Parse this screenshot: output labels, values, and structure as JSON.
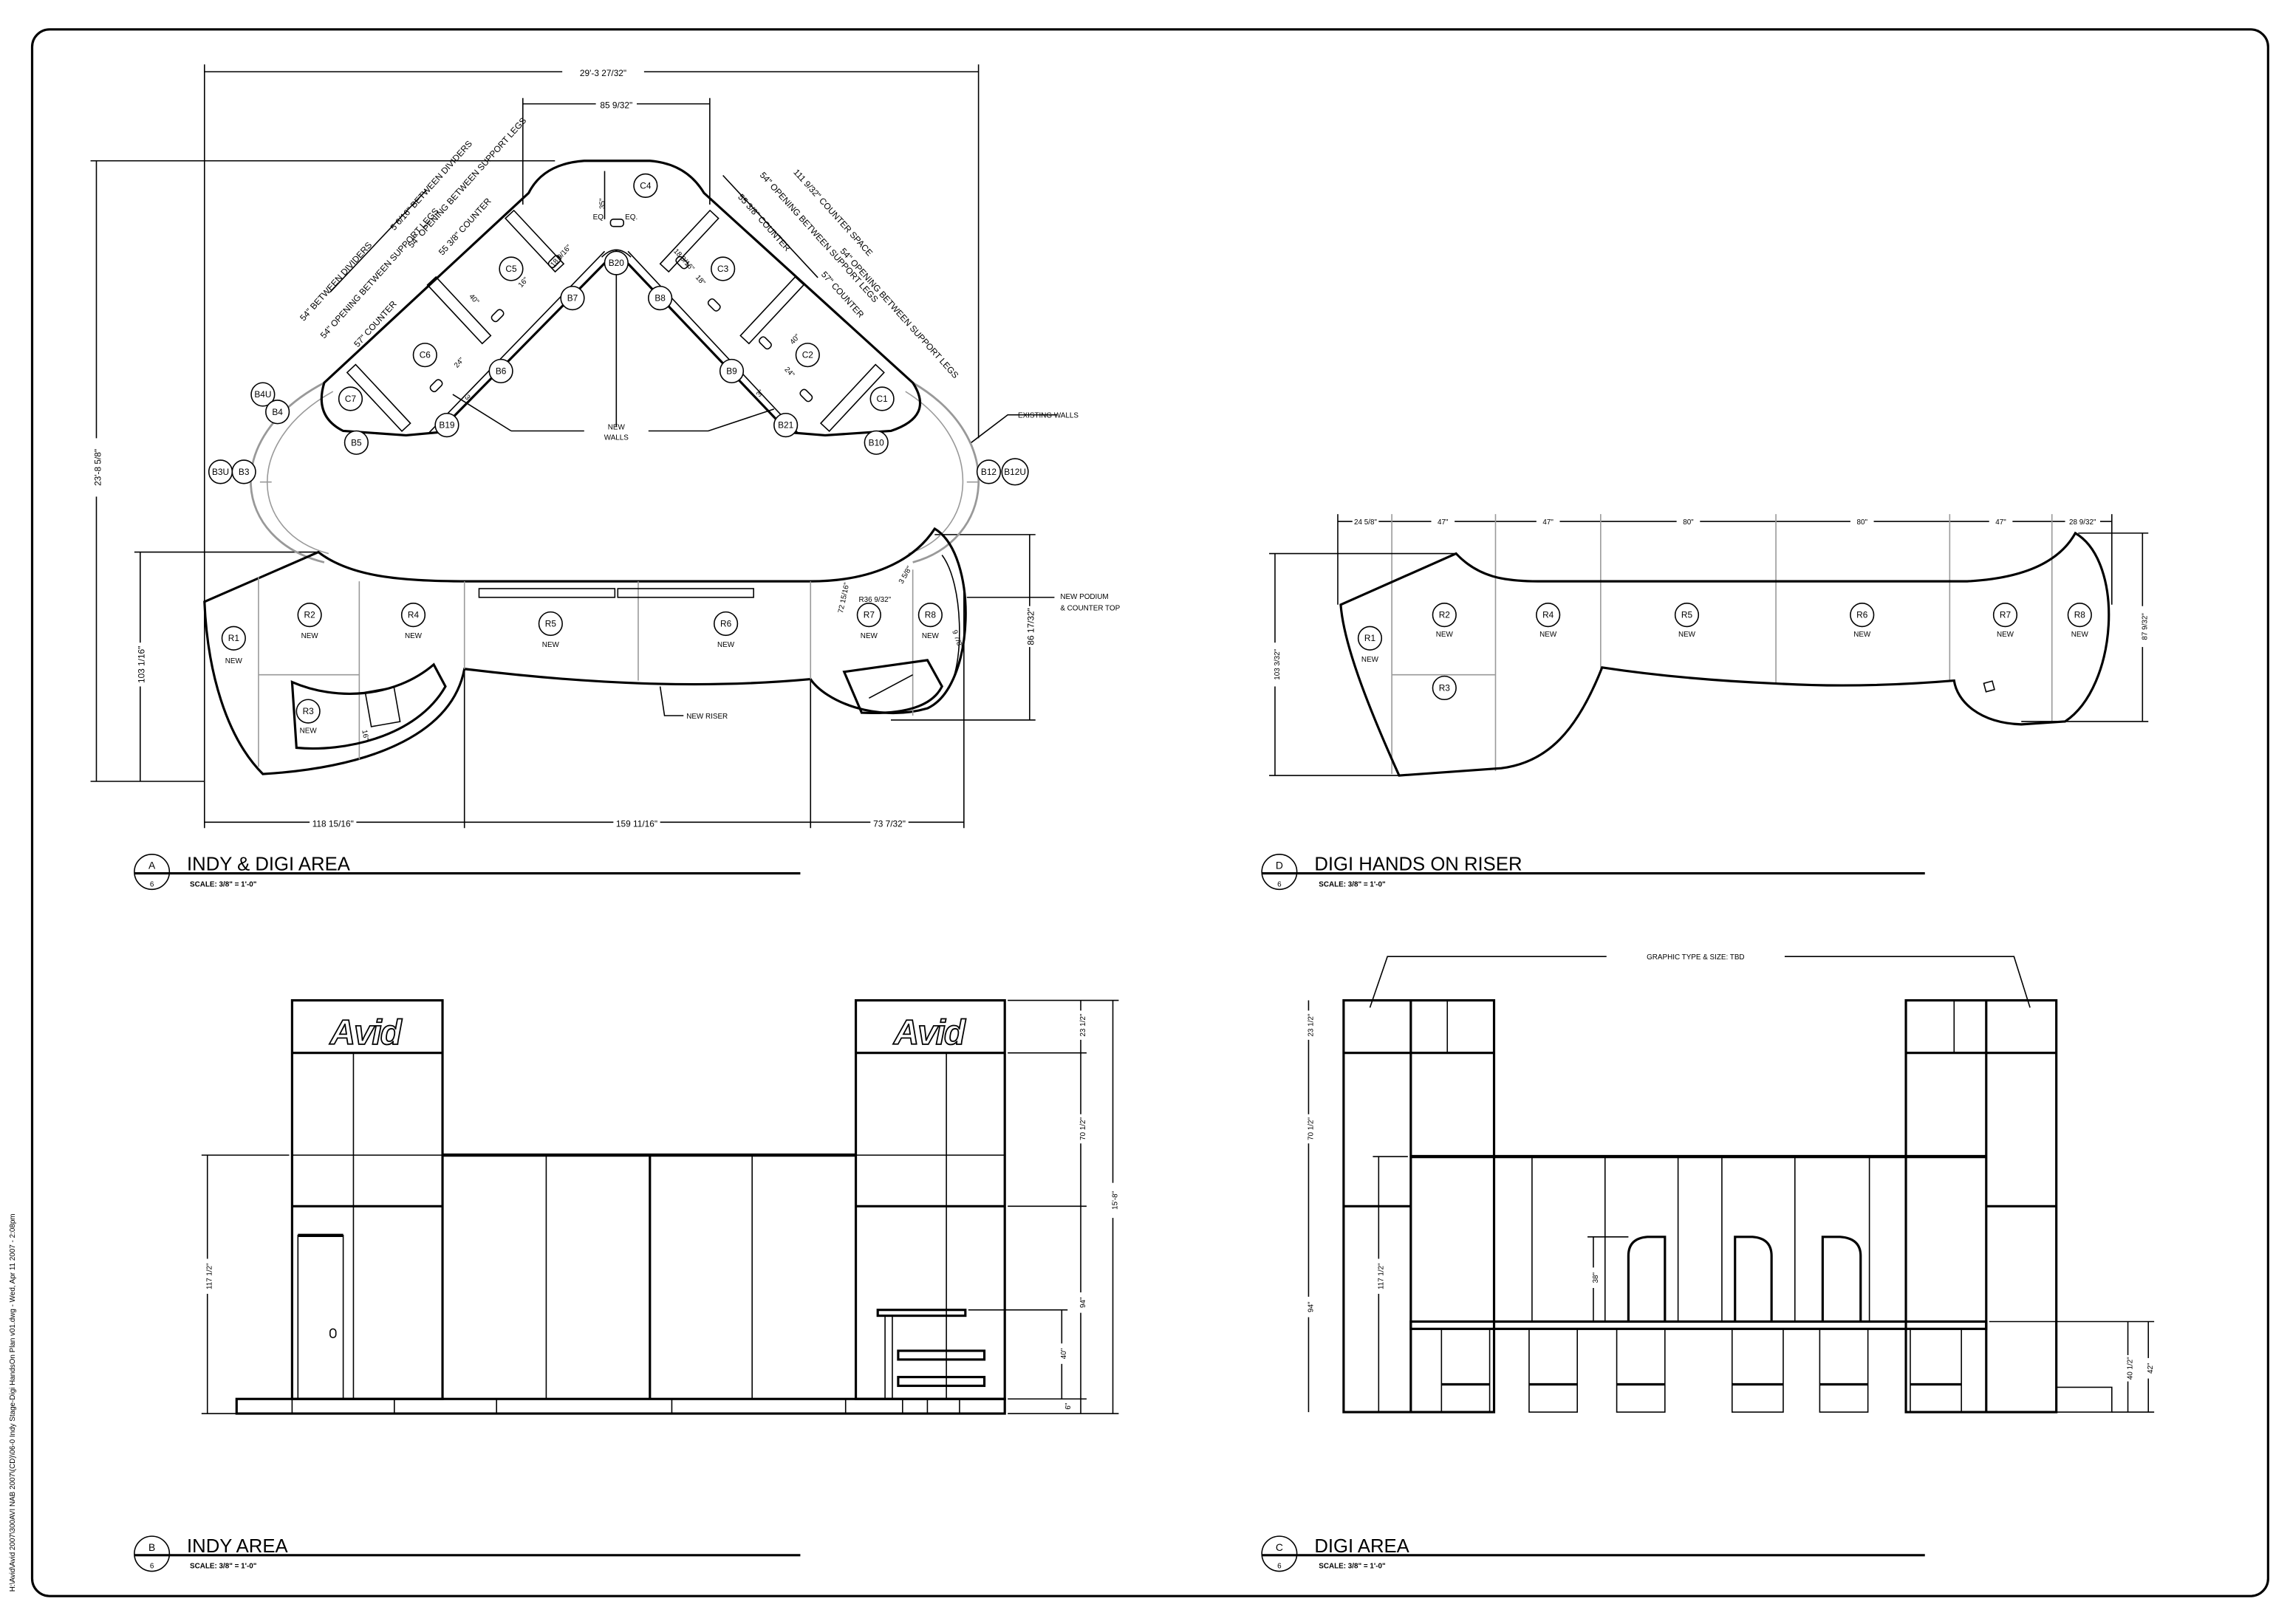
{
  "file_path_stamp": "H:\\Avid\\Avid 2007\\300AVI NAB 2007\\(CD)\\06-0 Indy Stage-Digi HandsOn Plan v01.dwg - Wed, Apr 11 2007 - 2:08pm",
  "views": {
    "a": {
      "letter": "A",
      "sheet": "6",
      "title": "INDY & DIGI AREA",
      "scale": "SCALE:  3/8\" = 1'-0\""
    },
    "d": {
      "letter": "D",
      "sheet": "6",
      "title": "DIGI HANDS ON RISER",
      "scale": "SCALE:  3/8\" = 1'-0\""
    },
    "b": {
      "letter": "B",
      "sheet": "6",
      "title": "INDY AREA",
      "scale": "SCALE:  3/8\" = 1'-0\""
    },
    "c": {
      "letter": "C",
      "sheet": "6",
      "title": "DIGI AREA",
      "scale": "SCALE:  3/8\" = 1'-0\""
    }
  },
  "new_label": "NEW",
  "plan_a": {
    "dims": {
      "overall_width": "29'-3 27/32\"",
      "top_span": "85 9/32\"",
      "overall_depth": "23'-8 5/8\"",
      "riser_depth": "103 1/16\"",
      "podium_depth": "86 17/32\"",
      "bottom_left": "118 15/16\"",
      "bottom_mid": "159 11/16\"",
      "bottom_right": "73 7/32\"",
      "c4_depth": "35\"",
      "eq1": "EQ.",
      "eq2": "EQ.",
      "podium_arc": "72 15/16\"",
      "podium_radius": "R36 9/32\"",
      "podium_small": "3 5/8\"",
      "podium_width": "9 7/8\"",
      "r3_dim": "16\"",
      "d40_left": "40\"",
      "d40_right": "40\"",
      "d16_left": "16\"",
      "d18_right": "18\"",
      "d18916_left": "18 9/16\"",
      "d18916_right": "18 9/16\"",
      "d24_left": "24\"",
      "d24_right": "24\"",
      "d3_left": "3\"",
      "d3_right": "3\""
    },
    "wing_notes": {
      "left_between_dividers_upper": "5 6/16\" BETWEEN DIVIDERS",
      "left_opening_upper": "54\" OPENING BETWEEN SUPPORT LEGS",
      "left_counter_upper": "55 3/8\" COUNTER",
      "left_between_dividers_lower": "54\" BETWEEN DIVIDERS",
      "left_opening_lower": "54\" OPENING BETWEEN SUPPORT LEGS",
      "left_counter_lower": "57\" COUNTER",
      "right_counter_space": "111 9/32\" COUNTER SPACE",
      "right_opening_upper": "54\" OPENING BETWEEN SUPPORT LEGS",
      "right_counter_upper": "55 3/8\" COUNTER",
      "right_opening_lower": "54\" OPENING BETWEEN SUPPORT LEGS",
      "right_counter_lower": "57\" COUNTER"
    },
    "notes": {
      "new_walls_1": "NEW",
      "new_walls_2": "WALLS",
      "existing_walls": "EXISTING WALLS",
      "new_podium_1": "NEW PODIUM",
      "new_podium_2": "& COUNTER TOP",
      "new_riser": "NEW RISER"
    },
    "tags": {
      "B4U": "B4U",
      "B4": "B4",
      "B3U": "B3U",
      "B3": "B3",
      "B5": "B5",
      "B6": "B6",
      "B7": "B7",
      "B19": "B19",
      "B20": "B20",
      "B8": "B8",
      "B9": "B9",
      "B21": "B21",
      "B10": "B10",
      "B12": "B12",
      "B12U": "B12U",
      "C1": "C1",
      "C2": "C2",
      "C3": "C3",
      "C4": "C4",
      "C5": "C5",
      "C6": "C6",
      "C7": "C7",
      "R1": "R1",
      "R2": "R2",
      "R3": "R3",
      "R4": "R4",
      "R5": "R5",
      "R6": "R6",
      "R7": "R7",
      "R8": "R8"
    }
  },
  "plan_d": {
    "dims": {
      "seg1": "24 5/8\"",
      "seg2": "47\"",
      "seg3": "47\"",
      "seg4": "80\"",
      "seg5": "80\"",
      "seg6": "47\"",
      "seg7": "28 9/32\"",
      "left_depth": "103 3/32\"",
      "right_depth": "87 9/32\""
    },
    "tags": {
      "R1": "R1",
      "R2": "R2",
      "R3": "R3",
      "R4": "R4",
      "R5": "R5",
      "R6": "R6",
      "R7": "R7",
      "R8": "R8"
    }
  },
  "elev_b": {
    "logo": "Avid",
    "dims": {
      "sign": "23 1/2\"",
      "upper": "70 1/2\"",
      "lower": "94\"",
      "base": "6\"",
      "overall": "15'-8\"",
      "podium": "40\"",
      "wall": "117 1/2\""
    }
  },
  "elev_c": {
    "graphic_note": "GRAPHIC TYPE & SIZE: TBD",
    "dims": {
      "sign": "23 1/2\"",
      "upper": "70 1/2\"",
      "lower": "94\"",
      "wall": "117 1/2\"",
      "arch": "38\"",
      "counter1": "40 1/2\"",
      "counter2": "42\""
    }
  }
}
